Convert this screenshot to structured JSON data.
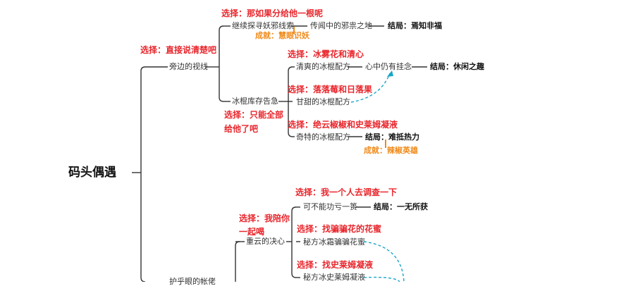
{
  "root": "码头偶遇",
  "branch_a": {
    "choice": "选择：直接说清楚吧",
    "node": "旁边的视线",
    "sub1": {
      "choice": "选择：那如果分给他一根呢",
      "node": "继续探寻妖邪线索",
      "next": "传闻中的邪祟之地",
      "result_prefix": "结局：",
      "result": "焉知非福",
      "achievement": "成就：慧眼识妖"
    },
    "sub2": {
      "node": "冰棍库存告急",
      "choice_line1": "选择：只能全部",
      "choice_line2": "给他了吧",
      "opt1": {
        "choice": "选择：冰雾花和清心",
        "node": "清爽的冰棍配方",
        "next": "心中仍有挂念",
        "result_prefix": "结局：",
        "result": "休闲之趣"
      },
      "opt2": {
        "choice": "选择：落落莓和日落果",
        "node": "甘甜的冰棍配方"
      },
      "opt3": {
        "choice": "选择：绝云椒椒和史莱姆凝液",
        "node": "奇特的冰棍配方",
        "result_prefix": "结局：",
        "result": "难抵热力",
        "achievement": "成就：辣椒英雄"
      }
    }
  },
  "branch_b": {
    "node": "重云的决心",
    "choice_line1": "选择：我陪你",
    "choice_line2": "一起喝",
    "opt1": {
      "choice": "选择：我一个人去调查一下",
      "node": "可不能功亏一篑",
      "result_prefix": "结局：",
      "result": "一无所获"
    },
    "opt2": {
      "choice": "选择：找骗骗花的花蜜",
      "node": "秘方冰霜骗骗花蜜"
    },
    "opt3": {
      "choice": "选择：找史莱姆凝液",
      "node": "秘方冰史莱姆凝液"
    }
  },
  "partial_bottom_node": "护乎眼的帐佬",
  "colors": {
    "choice": "#e8262c",
    "achievement": "#f08a1a",
    "dashed_arrow": "#1aa5c8",
    "line": "#333333"
  }
}
